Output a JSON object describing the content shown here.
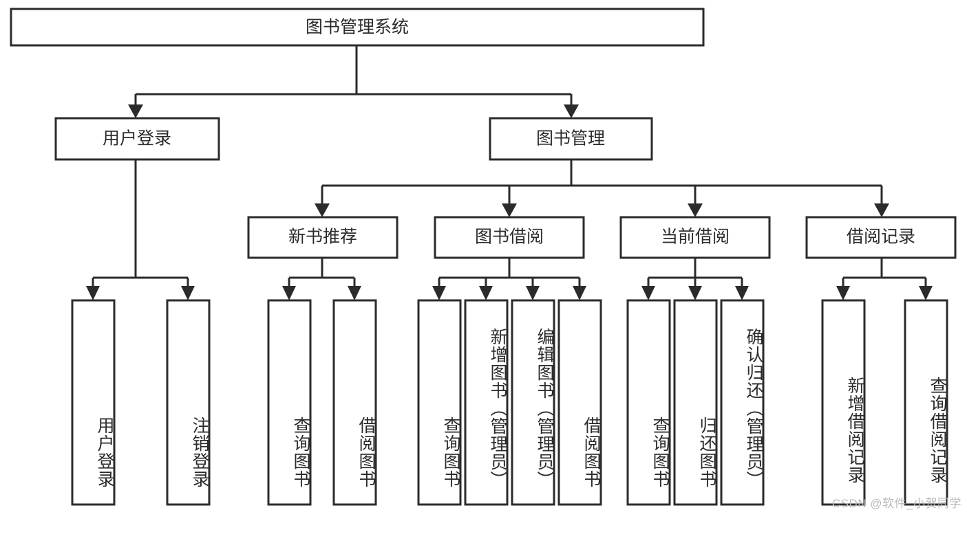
{
  "diagram": {
    "title": "图书管理系统",
    "type": "tree-hierarchy-diagram",
    "root": {
      "id": "root",
      "label": "图书管理系统",
      "orientation": "horizontal"
    },
    "level1": [
      {
        "id": "user-login",
        "label": "用户登录",
        "orientation": "horizontal"
      },
      {
        "id": "book-manage",
        "label": "图书管理",
        "orientation": "horizontal"
      }
    ],
    "level2": [
      {
        "id": "new-book-rec",
        "label": "新书推荐",
        "orientation": "horizontal",
        "parent": "book-manage"
      },
      {
        "id": "book-borrow",
        "label": "图书借阅",
        "orientation": "horizontal",
        "parent": "book-manage"
      },
      {
        "id": "current-borrow",
        "label": "当前借阅",
        "orientation": "horizontal",
        "parent": "book-manage"
      },
      {
        "id": "borrow-record",
        "label": "借阅记录",
        "orientation": "horizontal",
        "parent": "book-manage"
      }
    ],
    "leaves": [
      {
        "id": "leaf-user-login",
        "label": "用户登录",
        "parent": "user-login",
        "orientation": "vertical"
      },
      {
        "id": "leaf-user-logout",
        "label": "注销登录",
        "parent": "user-login",
        "orientation": "vertical"
      },
      {
        "id": "leaf-query-book-1",
        "label": "查询图书",
        "parent": "new-book-rec",
        "orientation": "vertical"
      },
      {
        "id": "leaf-borrow-book-1",
        "label": "借阅图书",
        "parent": "new-book-rec",
        "orientation": "vertical"
      },
      {
        "id": "leaf-query-book-2",
        "label": "查询图书",
        "parent": "book-borrow",
        "orientation": "vertical"
      },
      {
        "id": "leaf-add-book",
        "label": "新增图书（管理员）",
        "parent": "book-borrow",
        "orientation": "vertical"
      },
      {
        "id": "leaf-edit-book",
        "label": "编辑图书（管理员）",
        "parent": "book-borrow",
        "orientation": "vertical"
      },
      {
        "id": "leaf-borrow-book-2",
        "label": "借阅图书",
        "parent": "book-borrow",
        "orientation": "vertical"
      },
      {
        "id": "leaf-query-book-3",
        "label": "查询图书",
        "parent": "current-borrow",
        "orientation": "vertical"
      },
      {
        "id": "leaf-return-book",
        "label": "归还图书",
        "parent": "current-borrow",
        "orientation": "vertical"
      },
      {
        "id": "leaf-confirm-return",
        "label": "确认归还（管理员）",
        "parent": "current-borrow",
        "orientation": "vertical"
      },
      {
        "id": "leaf-add-record",
        "label": "新增借阅记录",
        "parent": "borrow-record",
        "orientation": "vertical"
      },
      {
        "id": "leaf-query-record",
        "label": "查询借阅记录",
        "parent": "borrow-record",
        "orientation": "vertical"
      }
    ],
    "colors": {
      "stroke": "#2b2b2b",
      "fill": "#ffffff",
      "text": "#2b2b2b",
      "background": "#ffffff",
      "watermark": "#b9b9b9"
    }
  },
  "watermark": {
    "text": "CSDN @软件_小贺同学"
  }
}
